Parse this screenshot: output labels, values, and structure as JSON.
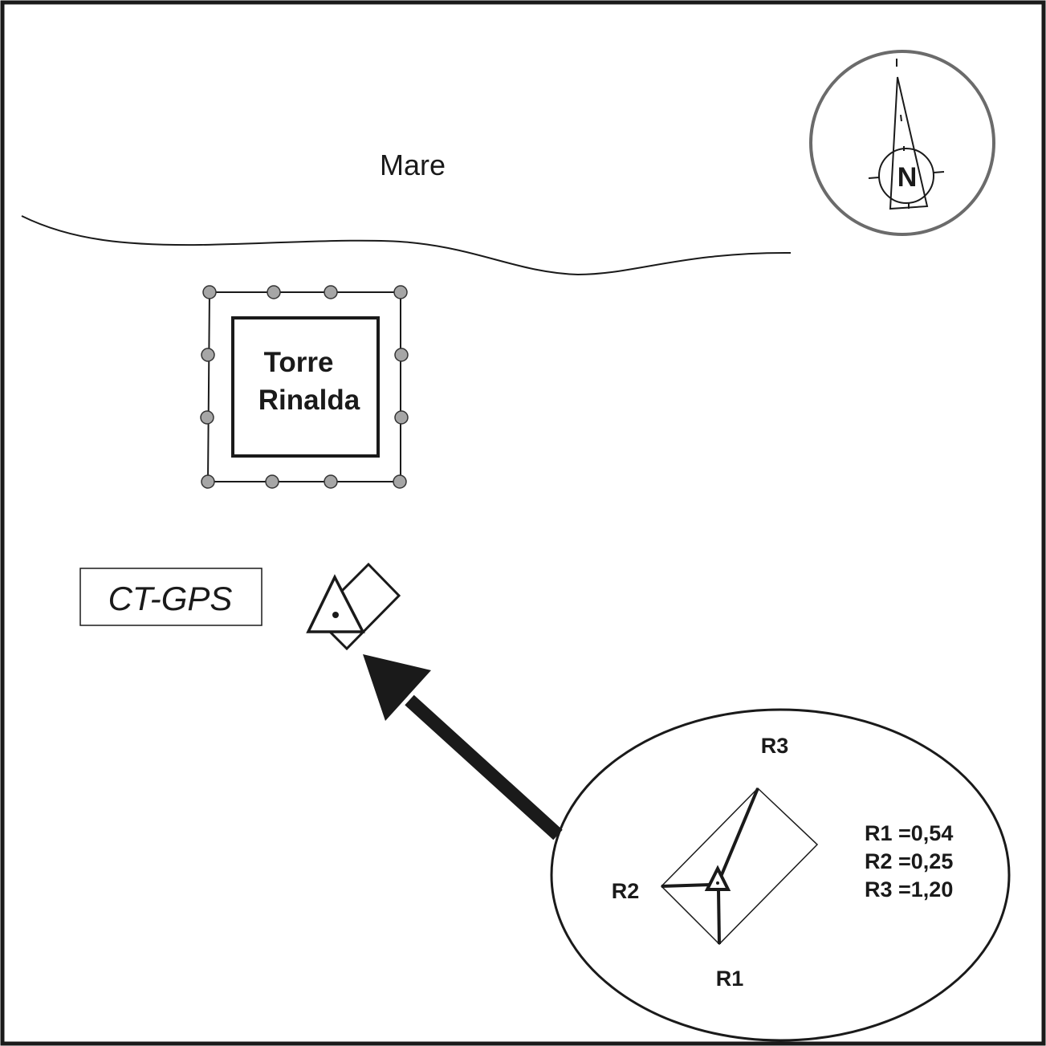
{
  "labels": {
    "sea": "Mare",
    "tower_line1": "Torre",
    "tower_line2": "Rinalda",
    "station": "CT-GPS",
    "north": "N"
  },
  "inset": {
    "vertices": [
      {
        "id": "R1",
        "label": "R1"
      },
      {
        "id": "R2",
        "label": "R2"
      },
      {
        "id": "R3",
        "label": "R3"
      }
    ],
    "residuals": [
      {
        "label": "R1 =0,54",
        "name": "R1",
        "value": 0.54
      },
      {
        "label": "R2 =0,25",
        "name": "R2",
        "value": 0.25
      },
      {
        "label": "R3 =1,20",
        "name": "R3",
        "value": 1.2
      }
    ]
  },
  "icons": {
    "compass": "north-arrow-icon",
    "station_marker": "gps-station-icon",
    "direction_arrow": "arrow-icon"
  },
  "colors": {
    "ink": "#1a1a1a",
    "compass_ring": "#6b6b6b",
    "fence_post": "#a6a6a6",
    "background": "#ffffff"
  }
}
